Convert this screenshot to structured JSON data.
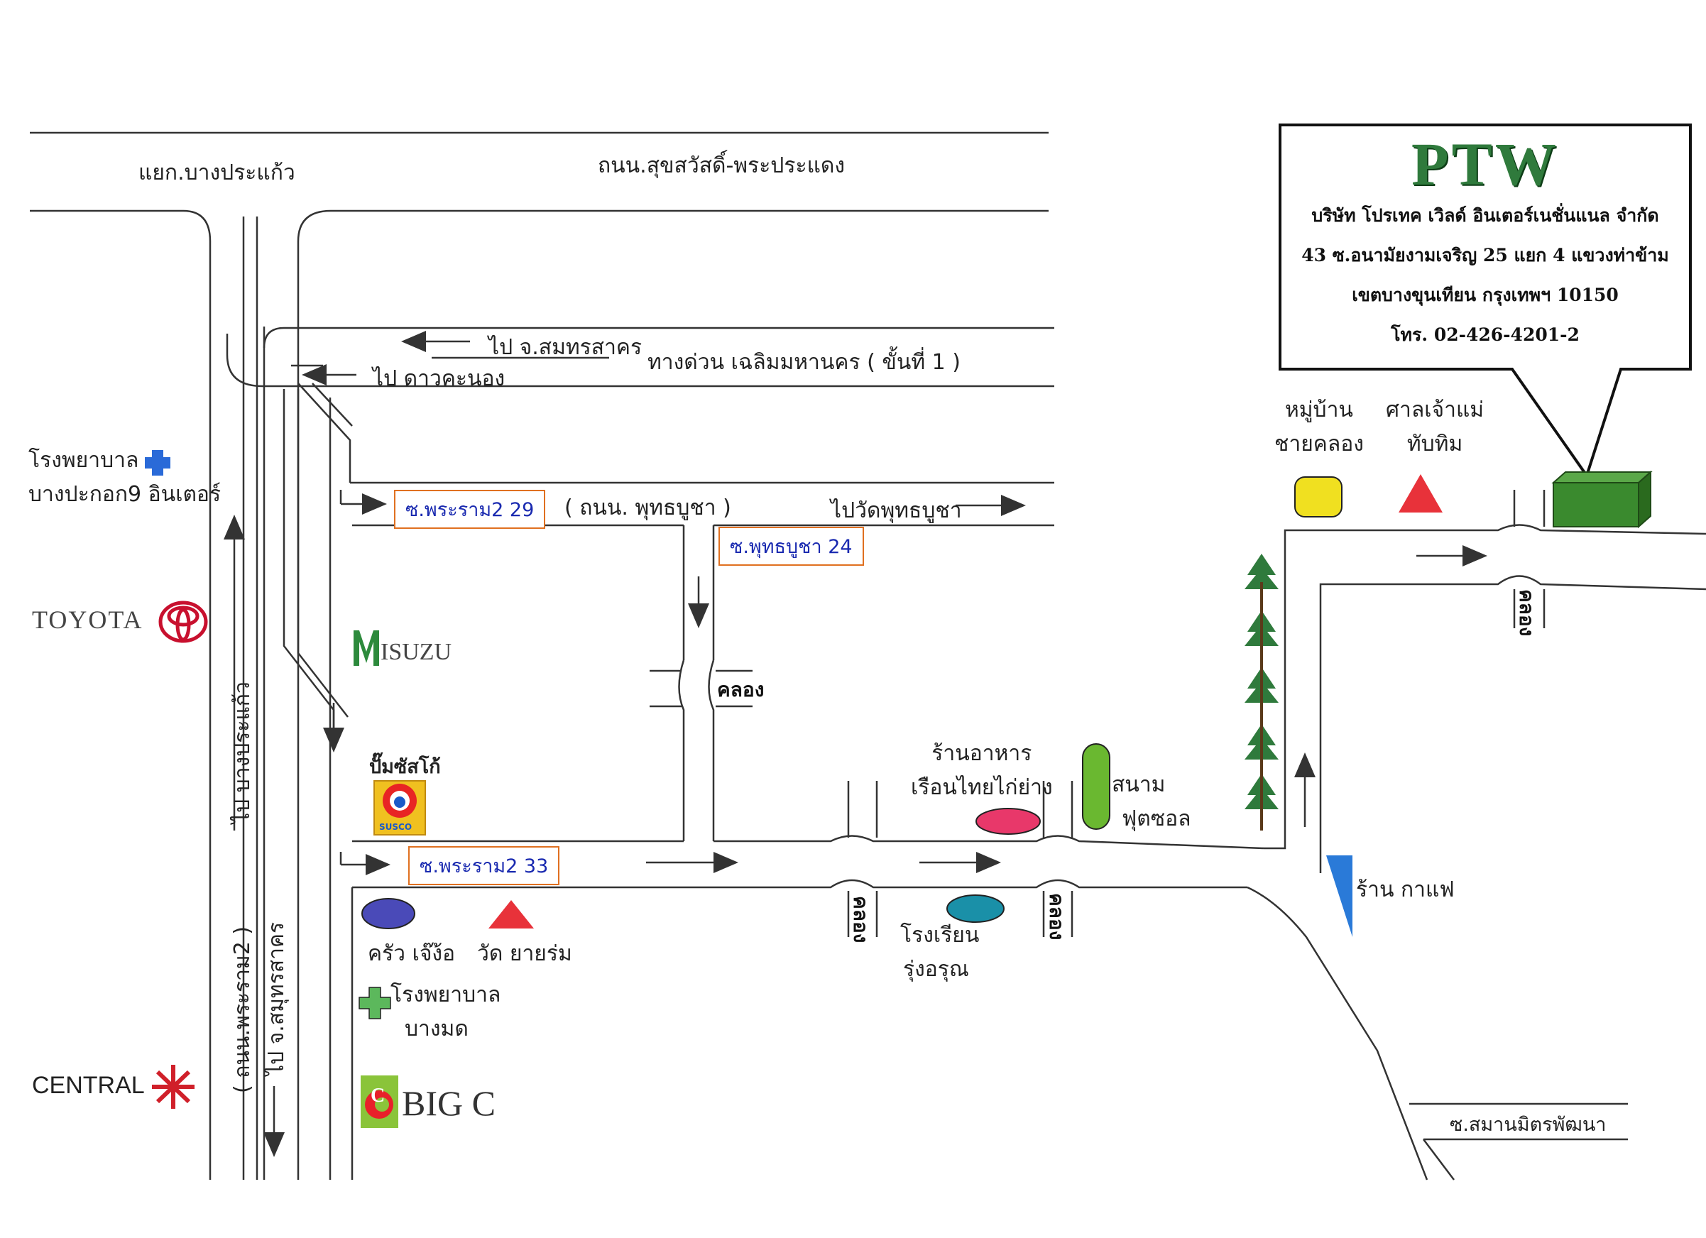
{
  "company": {
    "logo": "PTW",
    "name": "บริษัท โปรเทค เวิลด์ อินเตอร์เนชั่นแนล จำกัด",
    "address1": "43 ซ.อนามัยงามเจริญ 25 แยก 4 แขวงท่าข้าม",
    "address2": "เขตบางขุนเทียน กรุงเทพฯ 10150",
    "phone": "โทร. 02-426-4201-2",
    "marker_color": "#3a8a2e"
  },
  "roads": {
    "junction": "แยก.บางประแก้ว",
    "suksawat": "ถนน.สุขสวัสดิ์-พระประแดง",
    "to_samut_sakhon_top": "ไป จ.สมทรสาคร",
    "to_dao_khanong": "ไป ดาวคะนอง",
    "expressway": "ทางด่วน เฉลิมมหานคร ( ขั้นที่ 1 )",
    "phutthabucha_road": "( ถนน. พุทธบูชา )",
    "to_wat_phutthabucha": "ไปวัดพุทธบูชา",
    "rama2_road": "( ถนน.พระราม2 )",
    "to_bang_prakaeo": "ไป บางประแก้ว",
    "to_samut_sakhon_side": "ไป จ.สมุทรสาคร",
    "soi_samanmit": "ซ.สมานมิตรพัฒนา"
  },
  "sois": {
    "rama2_29": "ซ.พระราม2 29",
    "phutthabucha_24": "ซ.พุทธบูชา 24",
    "rama2_33": "ซ.พระราม2 33"
  },
  "canal": "คลอง",
  "landmarks": {
    "hospital_bangpakok": [
      "โรงพยาบาล",
      "บางปะกอก9 อินเตอร์"
    ],
    "toyota": "TOYOTA",
    "isuzu": "ISUZU",
    "susco_pump": "ปั๊มซัสโก้",
    "susco_logo": "SUSCO",
    "central": "CENTRAL",
    "krua_jae_ngo": "ครัว เจ๊ง้อ",
    "wat_yairom": "วัด ยายร่ม",
    "hospital_bangmod": [
      "โรงพยาบาล",
      "บางมด"
    ],
    "bigc": "BIG C",
    "bigc_logo": "C",
    "restaurant": [
      "ร้านอาหาร",
      "เรือนไทยไก่ย่าง"
    ],
    "football": [
      "สนาม",
      "ฟุตซอล"
    ],
    "school": [
      "โรงเรียน",
      "รุ่งอรุณ"
    ],
    "village": [
      "หมู่บ้าน",
      "ชายคลอง"
    ],
    "shrine": [
      "ศาลเจ้าแม่",
      "ทับทิม"
    ],
    "coffee": "ร้าน กาแฟ"
  },
  "colors": {
    "road": "#333333",
    "soi_border": "#e07020",
    "soi_text": "#1a2ab0",
    "hospital_blue": "#2a6ad8",
    "hospital_green": "#5cb85c",
    "toyota_red": "#c8102e",
    "isuzu_green": "#2d8a3c",
    "central_red": "#d0202a",
    "krua_blue": "#4a4ab8",
    "wat_red": "#e8323a",
    "restaurant_pink": "#e8386a",
    "football_green": "#6ab830",
    "school_teal": "#1a90a8",
    "village_yellow": "#f0e020",
    "shrine_red": "#e8323a",
    "coffee_blue": "#2a7ad8"
  }
}
